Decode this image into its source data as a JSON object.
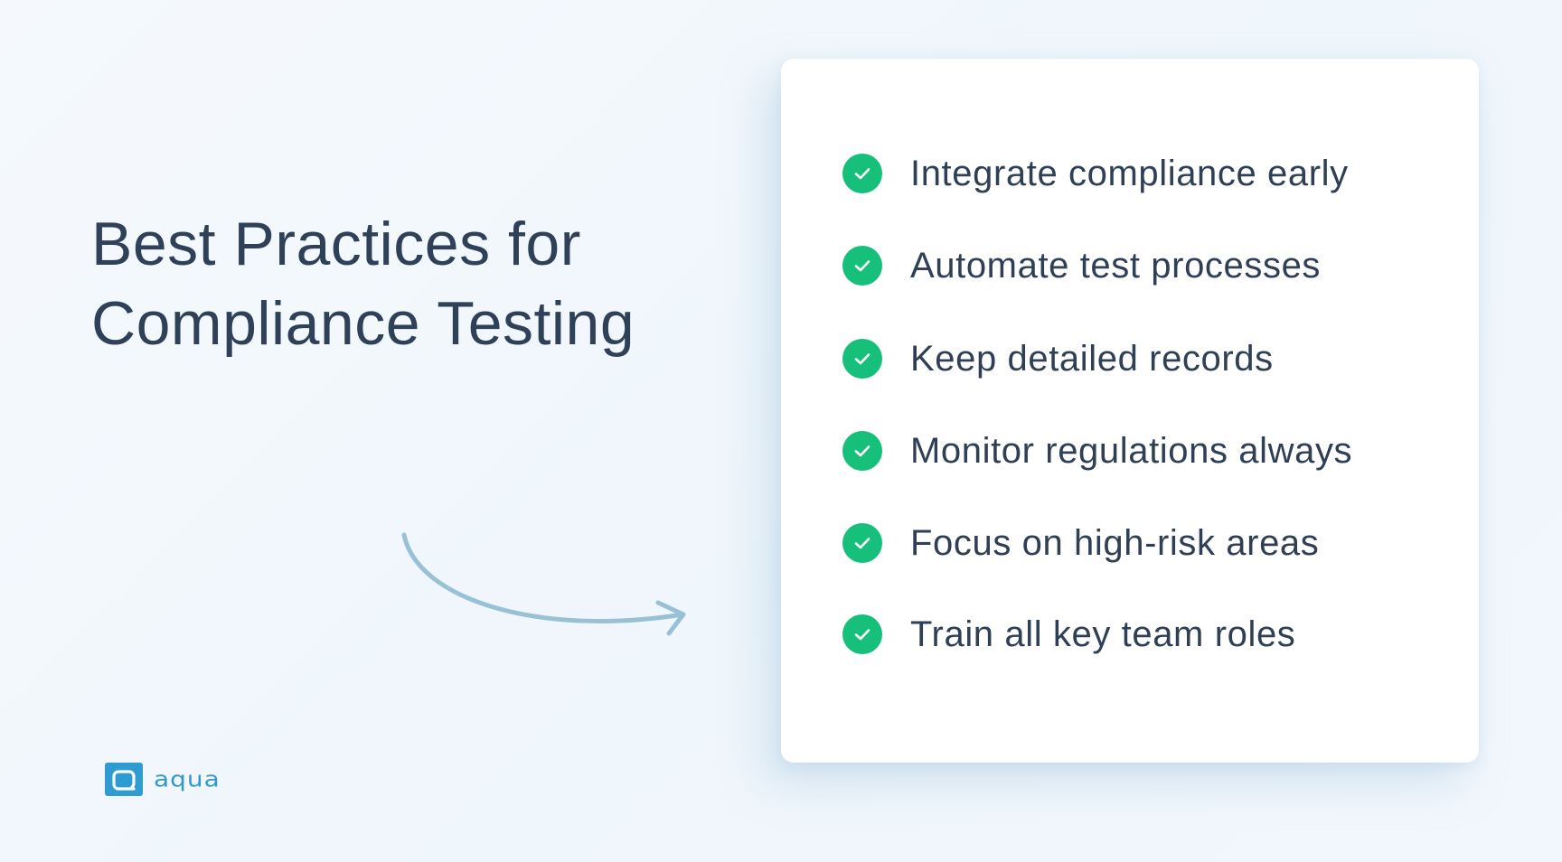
{
  "title": {
    "line1": "Best Practices for",
    "line2": "Compliance Testing"
  },
  "checklist": {
    "items": [
      {
        "label": "Integrate compliance early",
        "icon": "check-circle-icon"
      },
      {
        "label": "Automate test processes",
        "icon": "check-circle-icon"
      },
      {
        "label": "Keep detailed records",
        "icon": "check-circle-icon"
      },
      {
        "label": "Monitor regulations always",
        "icon": "check-circle-icon"
      },
      {
        "label": "Focus on high-risk areas",
        "icon": "check-circle-icon"
      },
      {
        "label": "Train all key team roles",
        "icon": "check-circle-icon"
      }
    ]
  },
  "brand": {
    "name": "aqua",
    "logo_icon": "aqua-logo-icon"
  },
  "colors": {
    "background": "#f2f7fc",
    "title_text": "#2f4158",
    "item_text": "#2f3f55",
    "check_green": "#17c07a",
    "arrow": "#99c1d5",
    "brand_blue": "#2e9bd1",
    "card": "#ffffff"
  }
}
